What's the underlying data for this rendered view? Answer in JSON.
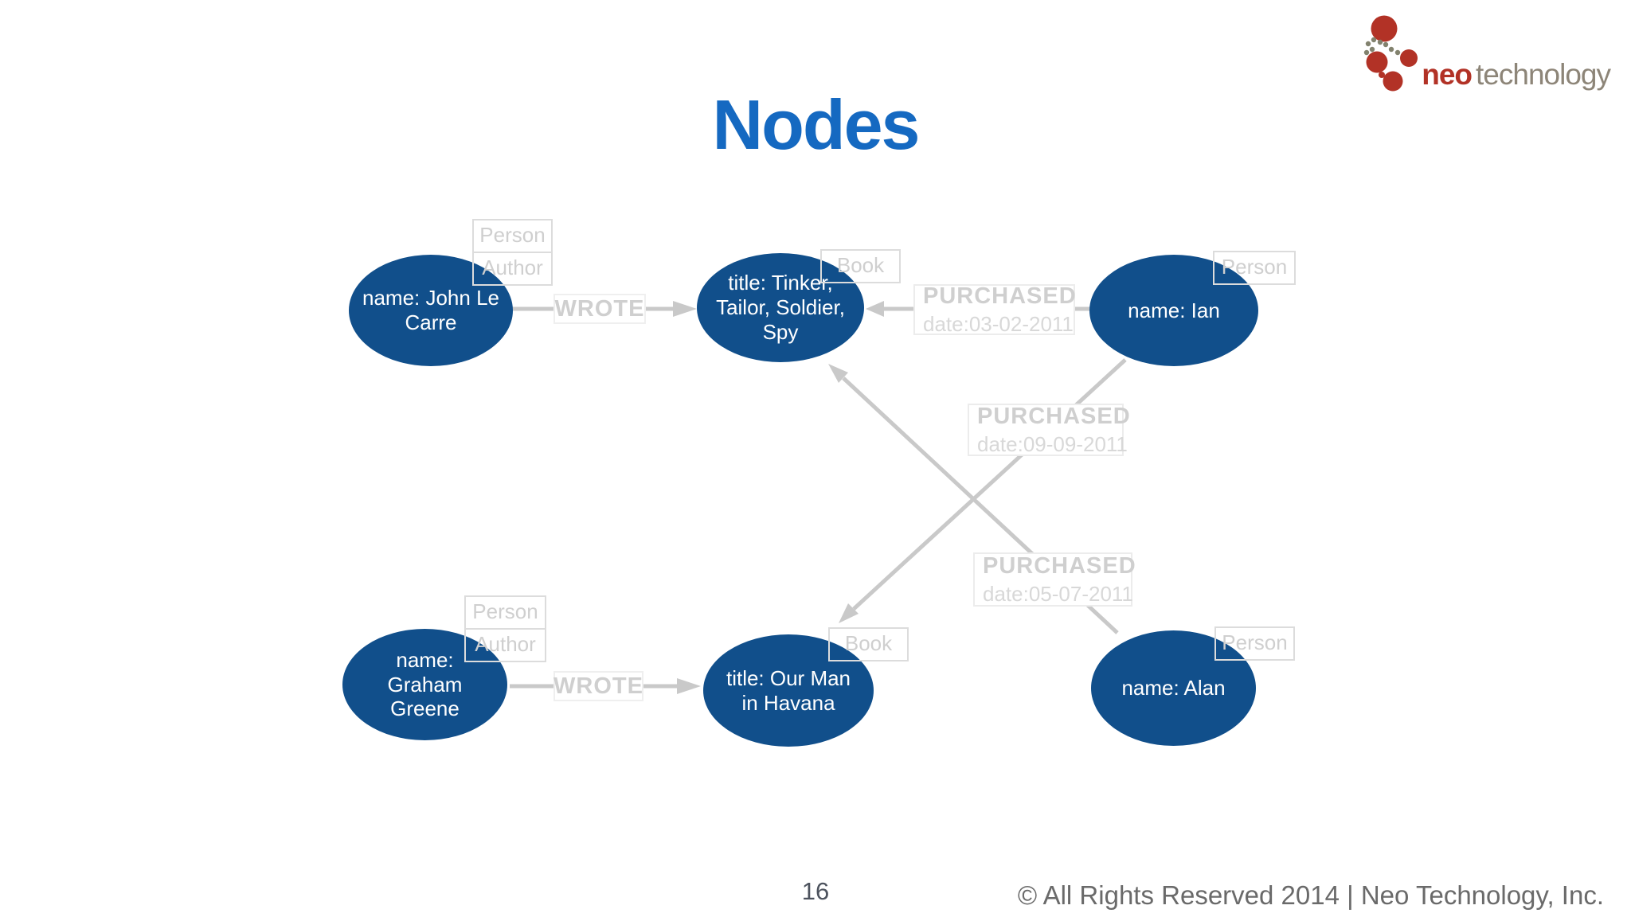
{
  "slide": {
    "title": "Nodes",
    "page_number": "16",
    "copyright": "© All Rights Reserved 2014 | Neo Technology, Inc.",
    "title_color": "#1569c1",
    "background_color": "#ffffff"
  },
  "logo": {
    "neo": "neo",
    "technology": "technology",
    "red": "#b23226",
    "gray": "#8d8578"
  },
  "graph": {
    "node_color": "#114f8b",
    "node_text_color": "#ffffff",
    "edge_color": "#c9c9c9",
    "label_text_color": "#cfcfcf",
    "nodes": [
      {
        "id": "john",
        "label": "name: John Le Carre",
        "types": [
          "Person",
          "Author"
        ]
      },
      {
        "id": "tinker",
        "label": "title: Tinker, Tailor, Soldier, Spy",
        "types": [
          "Book"
        ]
      },
      {
        "id": "ian",
        "label": "name: Ian",
        "types": [
          "Person"
        ]
      },
      {
        "id": "graham",
        "label": "name: Graham Greene",
        "types": [
          "Person",
          "Author"
        ]
      },
      {
        "id": "ourman",
        "label": "title: Our Man in Havana",
        "types": [
          "Book"
        ]
      },
      {
        "id": "alan",
        "label": "name: Alan",
        "types": [
          "Person"
        ]
      }
    ],
    "relationships": [
      {
        "type": "WROTE",
        "from": "john",
        "to": "tinker"
      },
      {
        "type": "PURCHASED",
        "date": "date:03-02-2011",
        "from": "ian",
        "to": "tinker"
      },
      {
        "type": "PURCHASED",
        "date": "date:09-09-2011",
        "from": "ian",
        "to": "ourman"
      },
      {
        "type": "PURCHASED",
        "date": "date:05-07-2011",
        "from": "alan",
        "to": "tinker"
      },
      {
        "type": "WROTE",
        "from": "graham",
        "to": "ourman"
      }
    ]
  }
}
